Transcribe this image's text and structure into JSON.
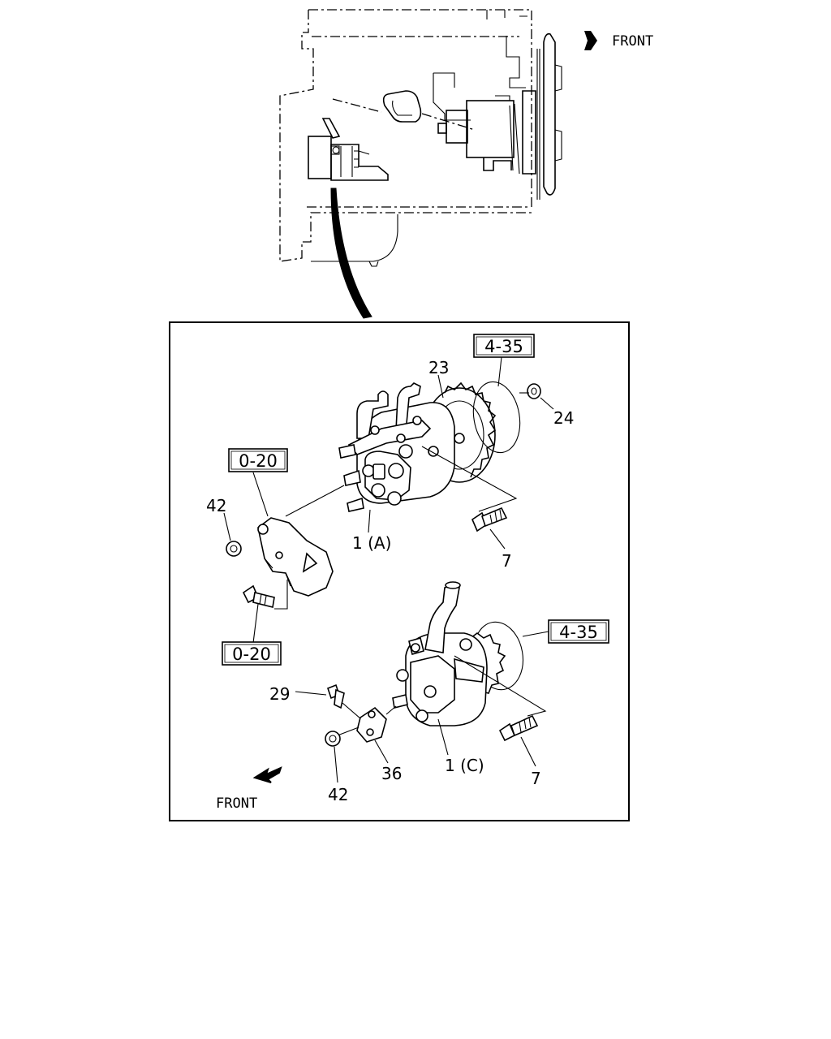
{
  "front_label_top": "FRONT",
  "front_label_bottom": "FRONT",
  "callouts": {
    "part_23": "23",
    "part_24": "24",
    "part_42_top": "42",
    "part_1a": "1 (A)",
    "part_7_top": "7",
    "part_29": "29",
    "part_42_bottom": "42",
    "part_36": "36",
    "part_1c": "1 (C)",
    "part_7_bottom": "7"
  },
  "reference_boxes": {
    "ref_4_35_top": "4-35",
    "ref_0_20_top": "0-20",
    "ref_0_20_bottom": "0-20",
    "ref_4_35_bottom": "4-35"
  }
}
